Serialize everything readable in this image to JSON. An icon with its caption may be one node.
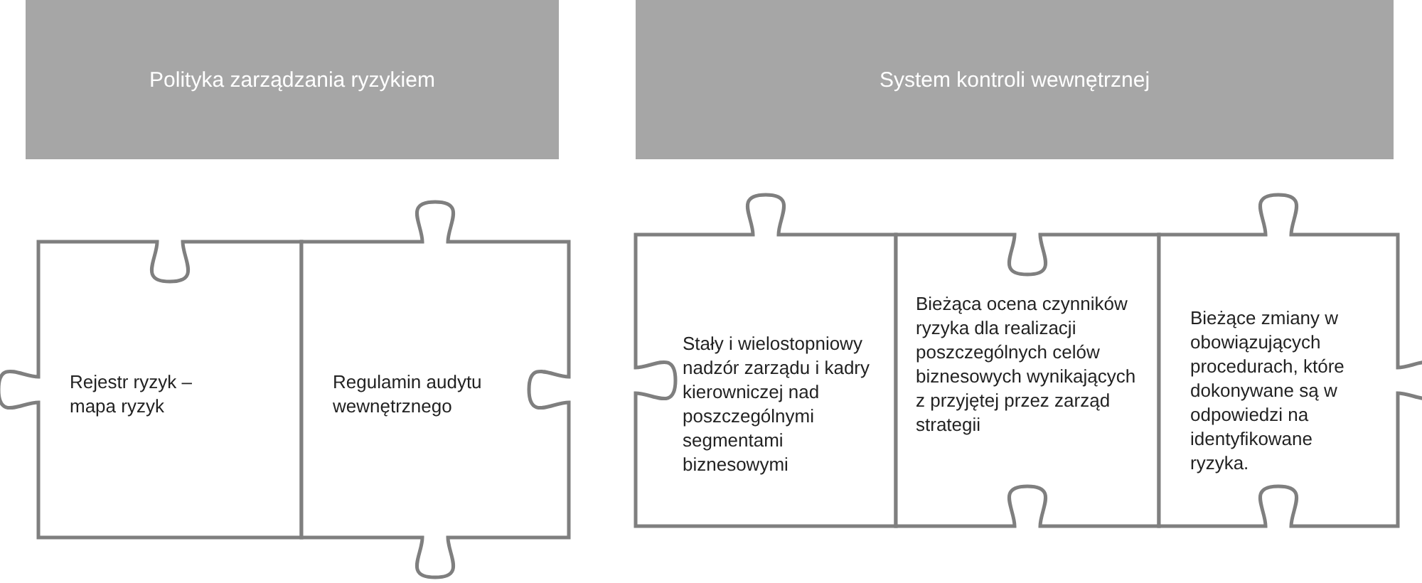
{
  "diagram": {
    "nodes": [
      {
        "text": [
          "Polityka zarządzania ryzykiem"
        ]
      },
      {
        "text": [
          "System kontroli wewnętrznej"
        ]
      },
      {
        "text": [
          "Rejestr ryzyk – mapa ryzyk"
        ]
      },
      {
        "text": [
          "Regulamin audytu wewnętrznego"
        ]
      },
      {
        "text": [
          "Stały i wielostopniowy nadzór zarządu i kadry kierowniczej nad poszczególnymi segmentami biznesowymi"
        ]
      },
      {
        "text": [
          "Bieżąca ocena czynników ryzyka dla realizacji poszczególnych celów biznesowych wynikających z przyjętej przez zarząd strategii"
        ]
      },
      {
        "text": [
          "Bieżące zmiany w obowiązujących procedurach, które dokonywane są w odpowiedzi na identyfikowane ryzyka."
        ]
      }
    ]
  }
}
